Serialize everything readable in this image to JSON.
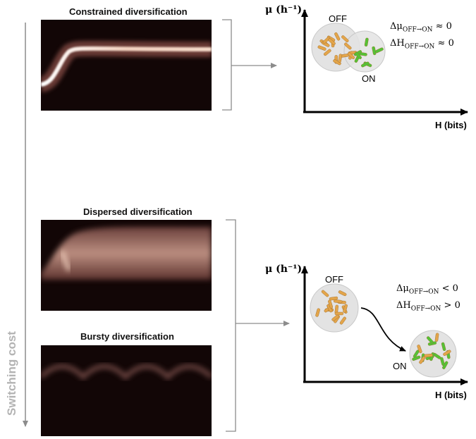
{
  "side_axis": {
    "label": "Switching cost"
  },
  "panels": [
    {
      "title": "Constrained diversification"
    },
    {
      "title": "Dispersed diversification"
    },
    {
      "title": "Bursty diversification"
    }
  ],
  "plot_top": {
    "y_axis": "μ (h⁻¹)",
    "x_axis": "H (bits)",
    "off_label": "OFF",
    "on_label": "ON",
    "eq1": "Δμ",
    "eq1_sub": "OFF→ON",
    "eq1_rel": "≈ 0",
    "eq2": "ΔH",
    "eq2_sub": "OFF→ON",
    "eq2_rel": "≈ 0"
  },
  "plot_bottom": {
    "y_axis": "μ (h⁻¹)",
    "x_axis": "H (bits)",
    "off_label": "OFF",
    "on_label": "ON",
    "eq1": "Δμ",
    "eq1_sub": "OFF→ON",
    "eq1_rel": "< 0",
    "eq2": "ΔH",
    "eq2_sub": "OFF→ON",
    "eq2_rel": "> 0"
  },
  "colors": {
    "axis": "#000000",
    "arrow_gray": "#8c8c8c",
    "cell_orange": "#e3a54a",
    "cell_green": "#55c236",
    "circle_fill": "#e3e3e3",
    "panel_dark": "#120606",
    "panel_glow": "#f3ccb8"
  }
}
